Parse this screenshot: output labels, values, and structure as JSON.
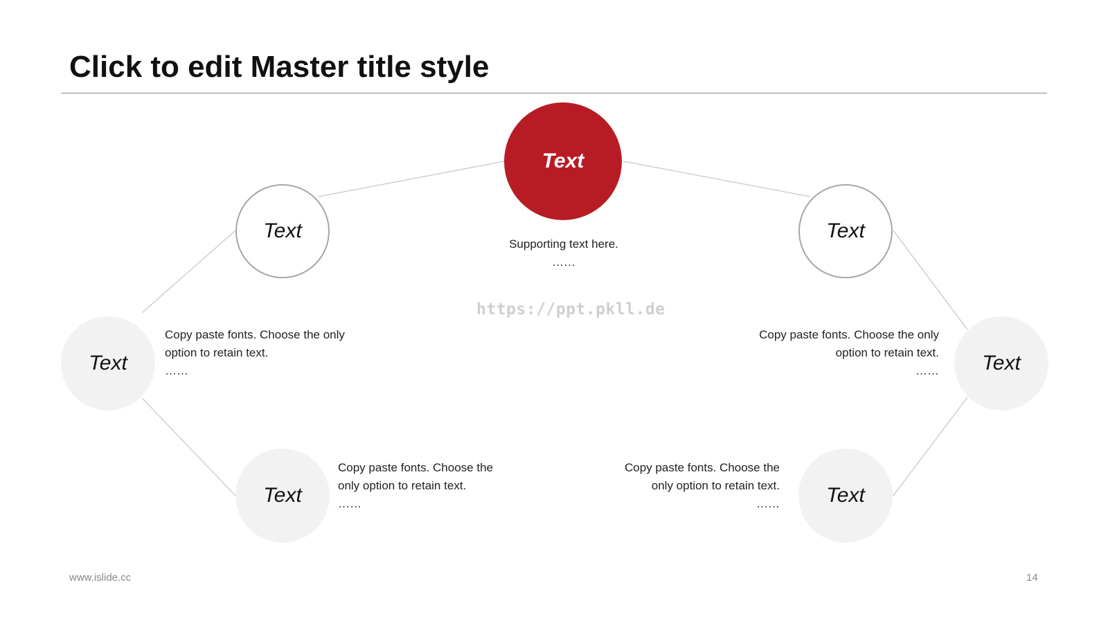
{
  "slide": {
    "title": "Click to edit Master title style",
    "watermark": "https://ppt.pkll.de",
    "footer_left": "www.islide.cc",
    "page_number": "14"
  },
  "colors": {
    "accent": "#b71c24",
    "outline": "#a6a6a6",
    "fill_gray": "#f2f2f2",
    "connector": "#d0d0d0"
  },
  "nodes": {
    "center": {
      "label": "Text",
      "description": "Supporting text here.",
      "dots": "……"
    },
    "upper_left": {
      "label": "Text"
    },
    "upper_right": {
      "label": "Text"
    },
    "mid_left": {
      "label": "Text",
      "description_line1": "Copy paste fonts. Choose the only",
      "description_line2": "option to retain text.",
      "dots": "……"
    },
    "mid_right": {
      "label": "Text",
      "description_line1": "Copy paste fonts. Choose the only",
      "description_line2": "option to retain text.",
      "dots": "……"
    },
    "lower_left": {
      "label": "Text",
      "description_line1": "Copy paste fonts. Choose the",
      "description_line2": "only option to retain text.",
      "dots": "……"
    },
    "lower_right": {
      "label": "Text",
      "description_line1": "Copy paste fonts. Choose the",
      "description_line2": "only option to retain text.",
      "dots": "……"
    }
  }
}
